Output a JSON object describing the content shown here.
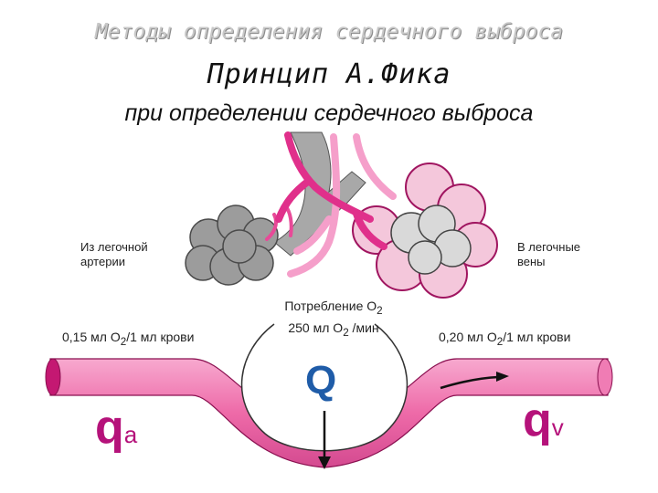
{
  "header": {
    "title": "Методы определения сердечного выброса",
    "principle": "Принцип А.Фика",
    "subtitle": "при определении сердечного выброса"
  },
  "labels": {
    "from_artery_line1": "Из легочной",
    "from_artery_line2": "артерии",
    "to_veins_line1": "В легочные",
    "to_veins_line2": "вены",
    "consumption_line1": "Потребление O",
    "consumption_sub1": "2",
    "consumption_line2": "250 мл O",
    "consumption_sub2": "2",
    "consumption_line2_end": " /мин",
    "left_conc": "0,15 мл O",
    "left_conc_sub": "2",
    "left_conc_end": "/1 мл крови",
    "right_conc": "0,20 мл O",
    "right_conc_sub": "2",
    "right_conc_end": "/1 мл крови"
  },
  "symbols": {
    "Q": "Q",
    "q_a_main": "q",
    "q_a_sub": "a",
    "q_v_main": "q",
    "q_v_sub": "v"
  },
  "colors": {
    "vessel_pink": "#ee6aa8",
    "vessel_dark": "#c41872",
    "alveoli_gray": "#9a9a9a",
    "bronchus_gray": "#a8a8a8",
    "arrow_blue": "#1f5ca8"
  }
}
